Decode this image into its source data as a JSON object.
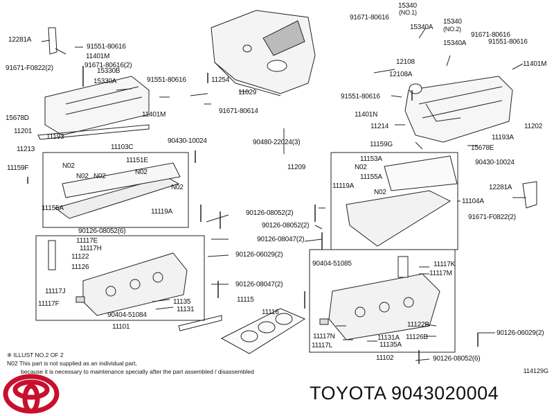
{
  "brand_line": "TOYOTA 9043020004",
  "ref_code": "114129G",
  "notes": {
    "illust": "※ ILLUST NO.2 OF 2",
    "n02_line1": "N02 This part is not supplied as an individual part,",
    "n02_line2": "because it is necessary to maintenance specially after the part assembled / disassembled"
  },
  "part_labels": [
    "12281A",
    "91551-80616",
    "11401M",
    "91671-F0822(2)",
    "91671-80616(2)",
    "15330B",
    "15330A",
    "91551-80616",
    "15678D",
    "11201",
    "11193",
    "11213",
    "11103C",
    "11401M",
    "11254",
    "11029",
    "91671-80614",
    "90480-22024(3)",
    "11209",
    "15340",
    "(NO.1)",
    "15340A",
    "15340",
    "(NO.2)",
    "15340A",
    "91671-80616",
    "91671-80616",
    "91551-80616",
    "11401M",
    "12108",
    "12108A",
    "91551-80616",
    "11401N",
    "11214",
    "11202",
    "11193A",
    "15678E",
    "11159G",
    "90430-10024",
    "11151E",
    "N02",
    "N02",
    "N02",
    "N02",
    "N02",
    "11159F",
    "11155A",
    "11119A",
    "90126-08052(6)",
    "90126-08052(2)",
    "90126-08052(2)",
    "90126-08047(2)",
    "11153A",
    "N02",
    "11155A",
    "N02",
    "11119A",
    "11104A",
    "90430-10024",
    "12281A",
    "91671-F0822(2)",
    "11117E",
    "11117H",
    "11122",
    "11126",
    "11117J",
    "11117F",
    "11135",
    "11131",
    "90404-51084",
    "11101",
    "90126-06029(2)",
    "90126-08047(2)",
    "11115",
    "11116",
    "90404-51085",
    "11117K",
    "11117M",
    "11117N",
    "11117L",
    "11131A",
    "11135A",
    "11122B",
    "11126B",
    "90126-06029(2)",
    "90126-08052(6)",
    "11102"
  ]
}
